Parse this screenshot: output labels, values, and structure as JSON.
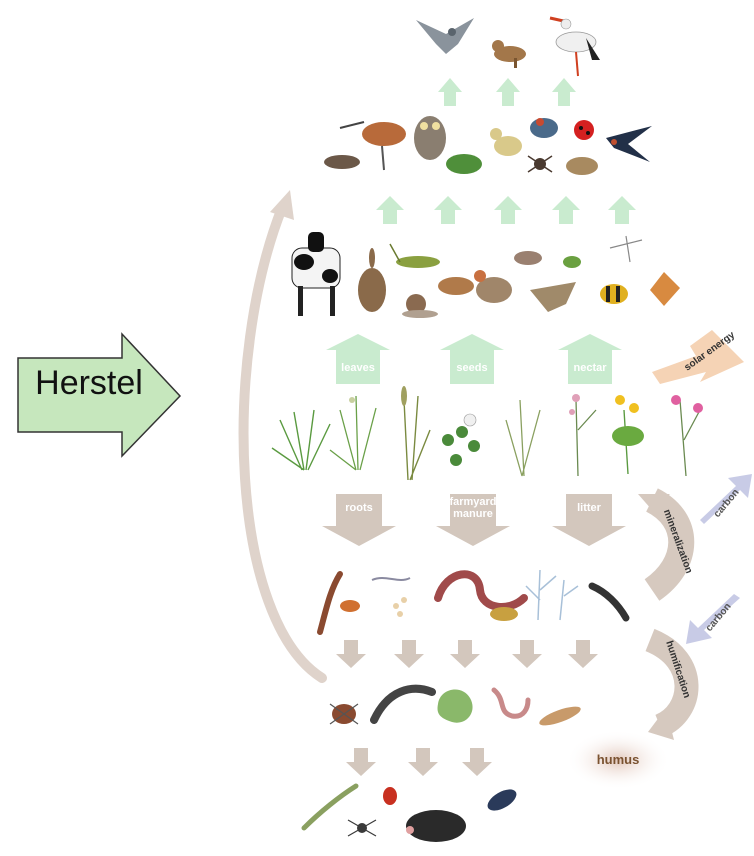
{
  "herstel": {
    "label": "Herstel",
    "fill": "#c6e7bd",
    "stroke": "#333333"
  },
  "colors": {
    "green_arrow": "#c9ebcf",
    "brown_arrow": "#d3c7bd",
    "blue_arrow": "#c8cbe6",
    "solar_arrow": "#f5d3b5",
    "humus": "#e6d1c8"
  },
  "plant_outputs": {
    "leaves": "leaves",
    "seeds": "seeds",
    "nectar": "nectar"
  },
  "soil_inputs": {
    "roots": "roots",
    "manure": "farmyard\nmanure",
    "litter": "litter"
  },
  "processes": {
    "solar": "solar energy",
    "mineralization": "mineralization",
    "humification": "humification",
    "carbon_up": "carbon",
    "carbon_down": "carbon"
  },
  "humus": "humus",
  "levels": {
    "top_predators": [
      "hen-harrier-icon",
      "stoat-icon",
      "white-stork-icon"
    ],
    "predators": [
      "shrew-icon",
      "godwit-icon",
      "little-owl-icon",
      "frog-icon",
      "chick-icon",
      "spider-icon",
      "bluethroat-icon",
      "ladybird-icon",
      "lark-icon",
      "swallow-icon"
    ],
    "herbivores": [
      "cow-icon",
      "hare-icon",
      "grasshopper-icon",
      "snail-icon",
      "vole-icon",
      "partridge-icon",
      "mouse-icon",
      "moth-icon",
      "aphid-icon",
      "bumblebee-icon",
      "crane-fly-icon",
      "butterfly-icon"
    ],
    "plants": [
      "grass-icon",
      "meadow-grass-icon",
      "foxtail-icon",
      "clover-icon",
      "yellow-rattle-icon",
      "sorrel-icon",
      "buttercup-icon",
      "ragged-robin-icon"
    ],
    "decomposers": [
      "earthworm-icon",
      "springtail-icon",
      "nematode-icon",
      "mite-eggs-icon",
      "large-earthworm-icon",
      "fly-larva-icon",
      "fungi-icon",
      "millipede-icon"
    ],
    "soil_predators": [
      "tick-icon",
      "dark-millipede-icon",
      "amoeba-icon",
      "worm-icon",
      "woodlouse-icon"
    ],
    "soil_top": [
      "centipede-icon",
      "red-mite-icon",
      "spider-small-icon",
      "mole-icon",
      "beetle-icon"
    ]
  }
}
